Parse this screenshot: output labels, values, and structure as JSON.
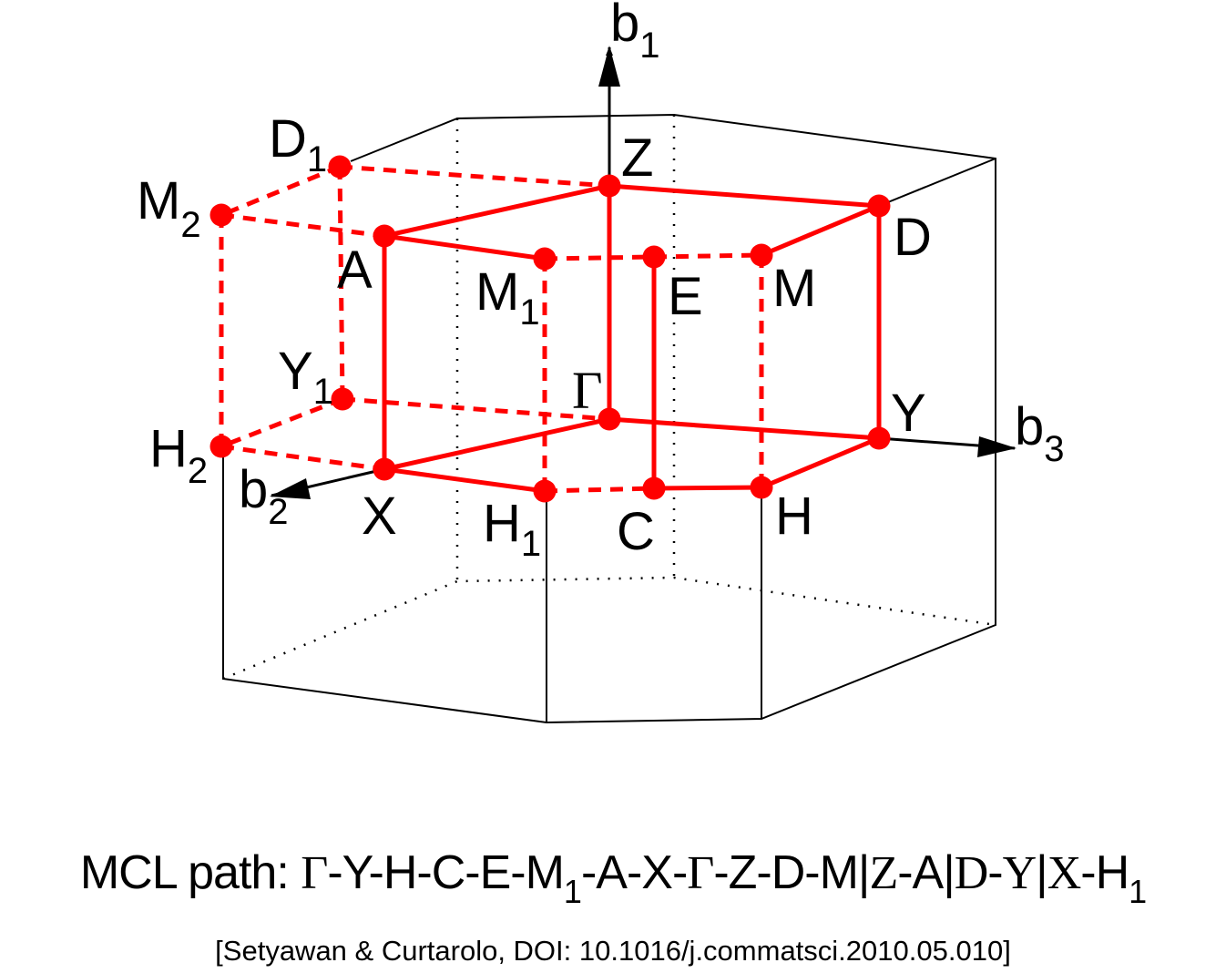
{
  "axes": {
    "b1": {
      "base": "b",
      "sub": "1"
    },
    "b2": {
      "base": "b",
      "sub": "2"
    },
    "b3": {
      "base": "b",
      "sub": "3"
    }
  },
  "points": {
    "Z": {
      "base": "Z",
      "sub": ""
    },
    "D1": {
      "base": "D",
      "sub": "1"
    },
    "M2": {
      "base": "M",
      "sub": "2"
    },
    "A": {
      "base": "A",
      "sub": ""
    },
    "D": {
      "base": "D",
      "sub": ""
    },
    "M1": {
      "base": "M",
      "sub": "1"
    },
    "E": {
      "base": "E",
      "sub": ""
    },
    "M": {
      "base": "M",
      "sub": ""
    },
    "Y1": {
      "base": "Y",
      "sub": "1"
    },
    "Gamma": {
      "base": "Γ",
      "sub": ""
    },
    "H2": {
      "base": "H",
      "sub": "2"
    },
    "X": {
      "base": "X",
      "sub": ""
    },
    "Y": {
      "base": "Y",
      "sub": ""
    },
    "H1": {
      "base": "H",
      "sub": "1"
    },
    "C": {
      "base": "C",
      "sub": ""
    },
    "H": {
      "base": "H",
      "sub": ""
    }
  },
  "caption": {
    "prefix": "MCL path: ",
    "p1": "Γ",
    "p2": "-Y-H-C-E-M",
    "p2sub": "1",
    "p3": "-A-X-",
    "p4": "Γ",
    "p5": "-Z-D-M|",
    "p6": "Z",
    "p7": "-A|",
    "p8": "D",
    "p9": "-",
    "p10": "Y",
    "p11": "|",
    "p12": "X",
    "p13": "-H",
    "p13sub": "1"
  },
  "citation": "[Setyawan & Curtarolo, DOI: 10.1016/j.commatsci.2010.05.010]",
  "colors": {
    "path": "#ff0000",
    "frame": "#000000"
  }
}
